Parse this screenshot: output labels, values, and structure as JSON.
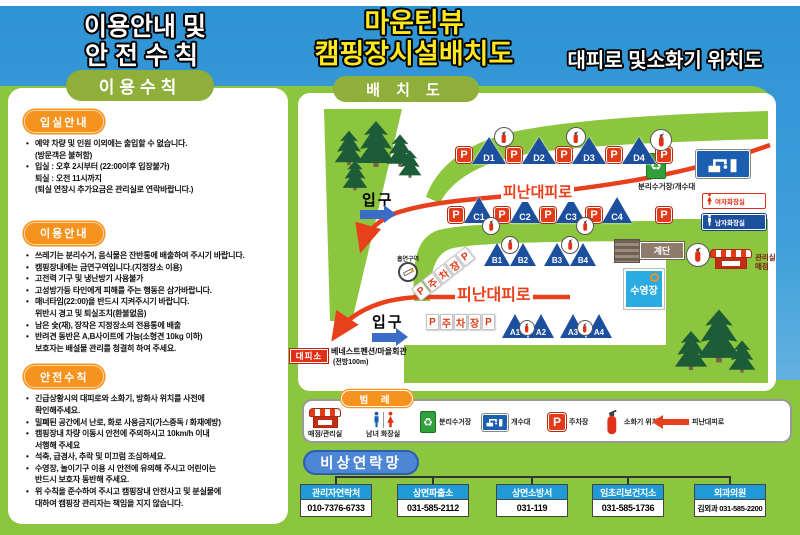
{
  "titles": {
    "left": [
      "이용안내 및",
      "안전수칙"
    ],
    "center": [
      "마운틴뷰",
      "캠핑장시설배치도"
    ],
    "right": "대피로 및소화기 위치도"
  },
  "rules": {
    "header": "이용수칙",
    "sections": [
      {
        "title": "입실안내",
        "lines": [
          {
            "bullet": true,
            "text": "예약 차량 및 인원 이외에는 출입할 수 없습니다."
          },
          {
            "bullet": false,
            "text": "(방문객은 불허함)"
          },
          {
            "bullet": true,
            "text": "입실 : 오후 2시부터 (22:00이후 입장불가)"
          },
          {
            "bullet": false,
            "text": "퇴실 : 오전 11시까지"
          },
          {
            "bullet": false,
            "text": "(퇴실 연장시 추가요금은 관리실로 연락바랍니다.)"
          }
        ]
      },
      {
        "title": "이용안내",
        "lines": [
          {
            "bullet": true,
            "text": "쓰레기는 분리수거, 음식물은 잔반통에 배출하여 주시기 바랍니다."
          },
          {
            "bullet": true,
            "text": "캠핑장내에는 금연구역입니다.(지정장소 이용)"
          },
          {
            "bullet": true,
            "text": "고전력 기구 및  냉난방기 사용불가"
          },
          {
            "bullet": true,
            "text": "고성방가등 타인에게 피해를 주는 행동은 삼가바랍니다."
          },
          {
            "bullet": true,
            "text": "매너타임(22:00)을 반드시 지켜주시기 바랍니다."
          },
          {
            "bullet": false,
            "text": "위반시 경고 및 퇴실조치(환불없음)"
          },
          {
            "bullet": true,
            "text": "남은 숯(재), 장작은 지정장소의 전용통에 배출"
          },
          {
            "bullet": true,
            "text": "반려견 동반은 A,B사이트에 가능(소형견 10kg 이하)"
          },
          {
            "bullet": false,
            "text": "보호자는 배설물 관리를 청결히 하여 주세요."
          }
        ]
      },
      {
        "title": "안전수칙",
        "lines": [
          {
            "bullet": true,
            "text": "긴급상황시의 대피로와 소화기, 방화사 위치를 사전에"
          },
          {
            "bullet": false,
            "text": "확인해주세요."
          },
          {
            "bullet": true,
            "text": "밀폐된 공간에서 난로, 화로 사용금지(가스중독 / 화재예방)"
          },
          {
            "bullet": true,
            "text": "캠핑장내 차량 이동시 안전에 주의하시고 10km/h 이내"
          },
          {
            "bullet": false,
            "text": "서행해 주세요"
          },
          {
            "bullet": true,
            "text": "석축, 급경사, 추락 및 미끄럼 조심하세요."
          },
          {
            "bullet": true,
            "text": "수영장, 놀이기구 이용 시 안전에 유의해 주시고 어린이는"
          },
          {
            "bullet": false,
            "text": "반드시 보호자 동반해 주세요."
          },
          {
            "bullet": true,
            "text": "위 수칙을 준수하여 주시고 캠핑장내 안전사고 및 분실물에"
          },
          {
            "bullet": false,
            "text": "대하여 캠핑장 관리자는 책임을 지지 않습니다."
          }
        ]
      }
    ]
  },
  "map": {
    "header": "배 치 도",
    "entrance_top": "입구",
    "entrance_bottom": "입구",
    "evac_top": "피난대피로",
    "evac_bottom": "피난대피로",
    "parking_letter": "P",
    "rows": {
      "d": [
        "D1",
        "D2",
        "D3",
        "D4"
      ],
      "c": [
        "C1",
        "C2",
        "C3",
        "C4"
      ],
      "b": [
        "B1",
        "B2",
        "B3",
        "B4"
      ],
      "a": [
        "A1",
        "A2",
        "A3",
        "A4"
      ]
    },
    "parking_lot_chars": [
      "P",
      "주",
      "차",
      "장",
      "P"
    ],
    "facilities": {
      "recycle_wash": "분리수거장/개수대",
      "women_toilet": "여자화장실",
      "men_toilet": "남자화장실",
      "office_line1": "관리실",
      "office_line2": "매점",
      "stairs": "계단",
      "pool": "수영장",
      "smoking": "흡연구역"
    },
    "shelter": {
      "label": "대피소",
      "dest": "베네스트펜션/마을회관",
      "dist": "(전방100m)"
    }
  },
  "legend": {
    "header": "범 례",
    "items": [
      {
        "icon": "shop-icon",
        "label": "매점/관리실"
      },
      {
        "icon": "toilets-icon",
        "label": "남녀 화장실"
      },
      {
        "icon": "recycle-bin-icon",
        "label": "분리수거장"
      },
      {
        "icon": "sink-icon",
        "label": "개수대"
      },
      {
        "icon": "parking-icon",
        "label": "주차장"
      },
      {
        "icon": "extinguisher-icon",
        "label": "소화기 위치"
      },
      {
        "icon": "evac-arrow-icon",
        "label": "피난대피로"
      }
    ]
  },
  "contacts": {
    "header": "비상연락망",
    "entries": [
      {
        "name": "관리자연락처",
        "phone": "010-7376-6733"
      },
      {
        "name": "상면파출소",
        "phone": "031-585-2112"
      },
      {
        "name": "상면소방서",
        "phone": "031-119"
      },
      {
        "name": "임초리보건지소",
        "phone": "031-585-1736"
      },
      {
        "name": "외과의원",
        "phone": "김외과 031-585-2200"
      }
    ]
  },
  "colors": {
    "sky_blue": "#2f9ad9",
    "grass_green": "#8cc63f",
    "accent_red": "#e8401c",
    "capsule_green": "#8fae3a",
    "capsule_orange": "#f6921e",
    "title_yellow": "#ffe81c",
    "tent_blue": "#1d4f9f",
    "contact_header_blue": "#1f9ad6",
    "emergency_capsule_blue": "#4e86d6",
    "pool_blue": "#2aabe2"
  }
}
